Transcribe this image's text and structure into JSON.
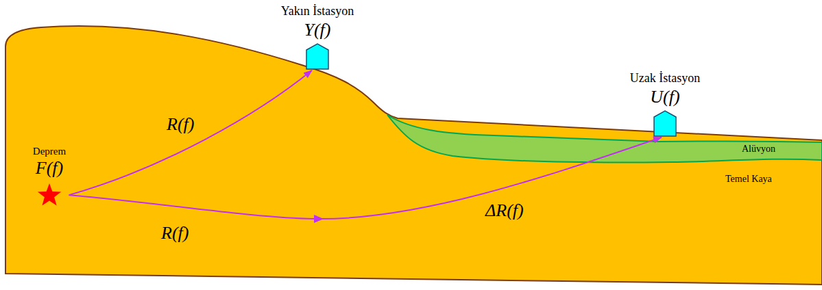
{
  "diagram": {
    "nodes": [
      {
        "text": [
          "Deprem",
          "F(f)"
        ]
      },
      {
        "text": [
          "Yakın İstasyon",
          "Y(f)"
        ]
      },
      {
        "text": [
          "Uzak İstasyon",
          "U(f)"
        ]
      }
    ],
    "edges": [
      {
        "from": 0,
        "to": 1,
        "label": "R(f)",
        "arrow": "to"
      },
      {
        "from": 0,
        "to": 2,
        "label": "R(f)",
        "arrow": "to"
      }
    ],
    "labels": [
      "ΔR(f)",
      "Alüvyon",
      "Temel Kaya"
    ]
  }
}
